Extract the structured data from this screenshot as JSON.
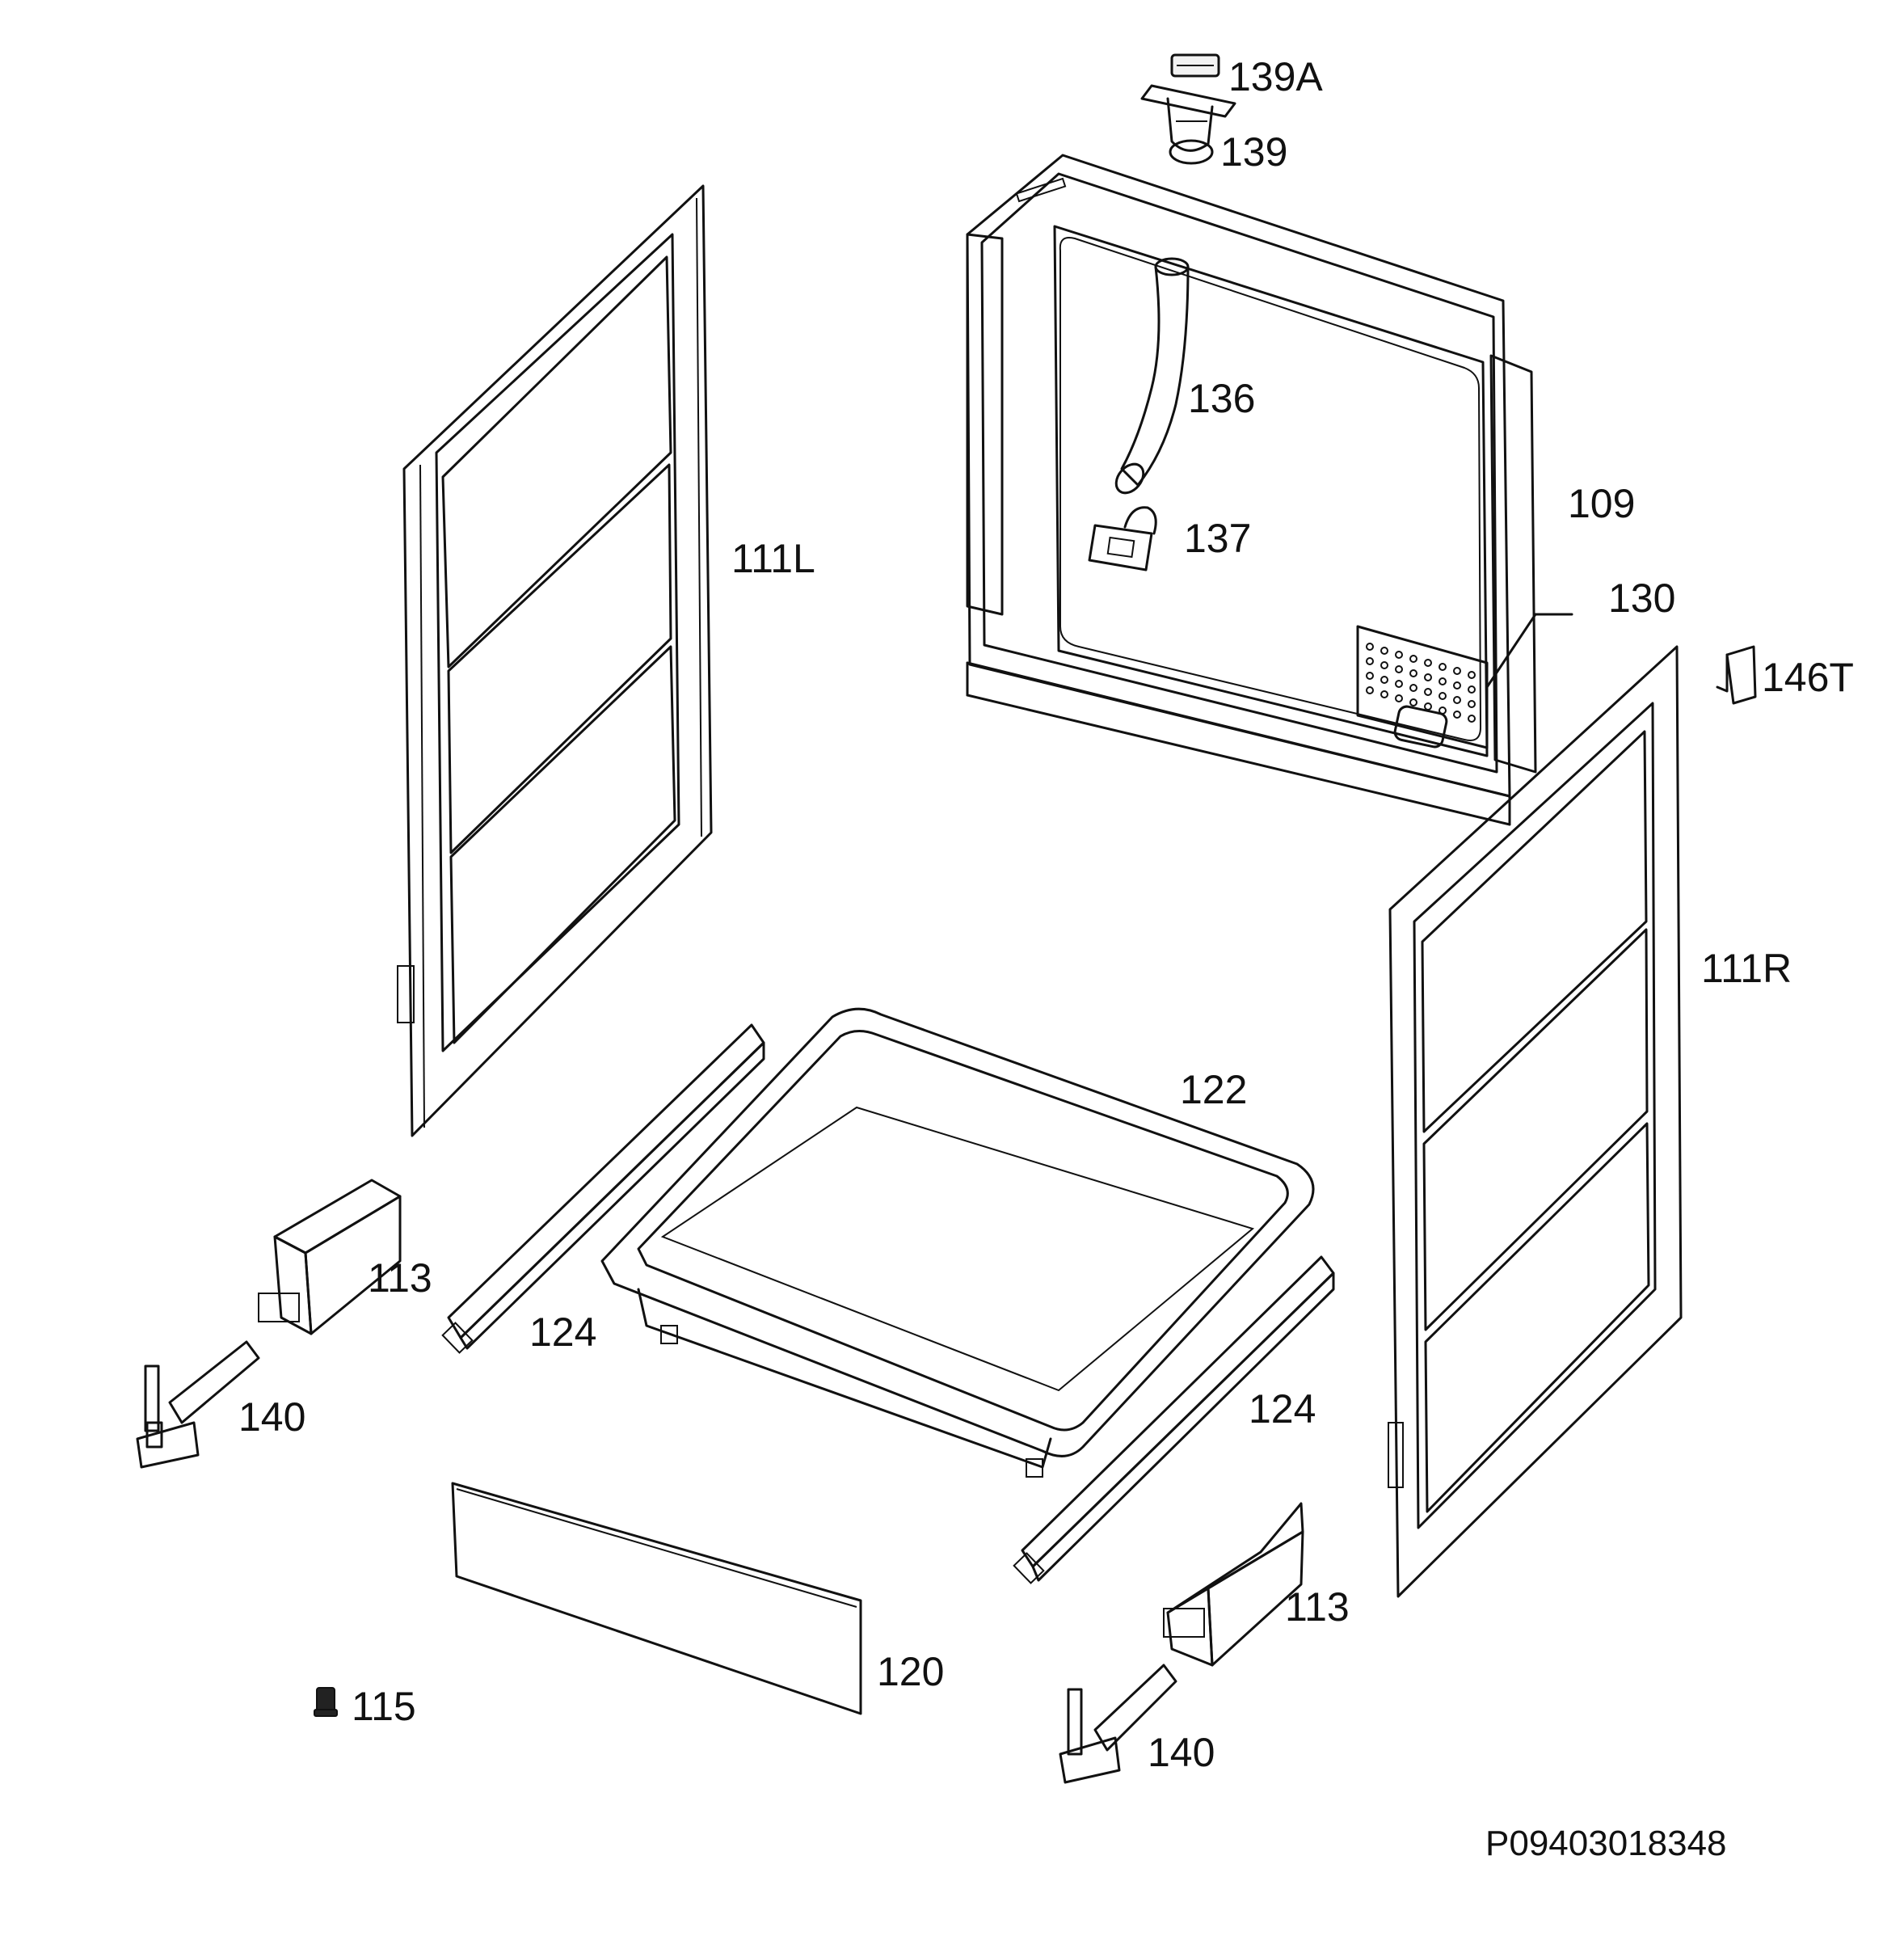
{
  "labels": {
    "p139A": "139A",
    "p139": "139",
    "p136": "136",
    "p137": "137",
    "p109": "109",
    "p130": "130",
    "p146T": "146T",
    "p111L": "111L",
    "p111R": "111R",
    "p122": "122",
    "p113_left": "113",
    "p124_left": "124",
    "p140_left": "140",
    "p124_right": "124",
    "p113_right": "113",
    "p120": "120",
    "p115": "115",
    "p140_right": "140"
  },
  "drawing_code": "P09403018348"
}
